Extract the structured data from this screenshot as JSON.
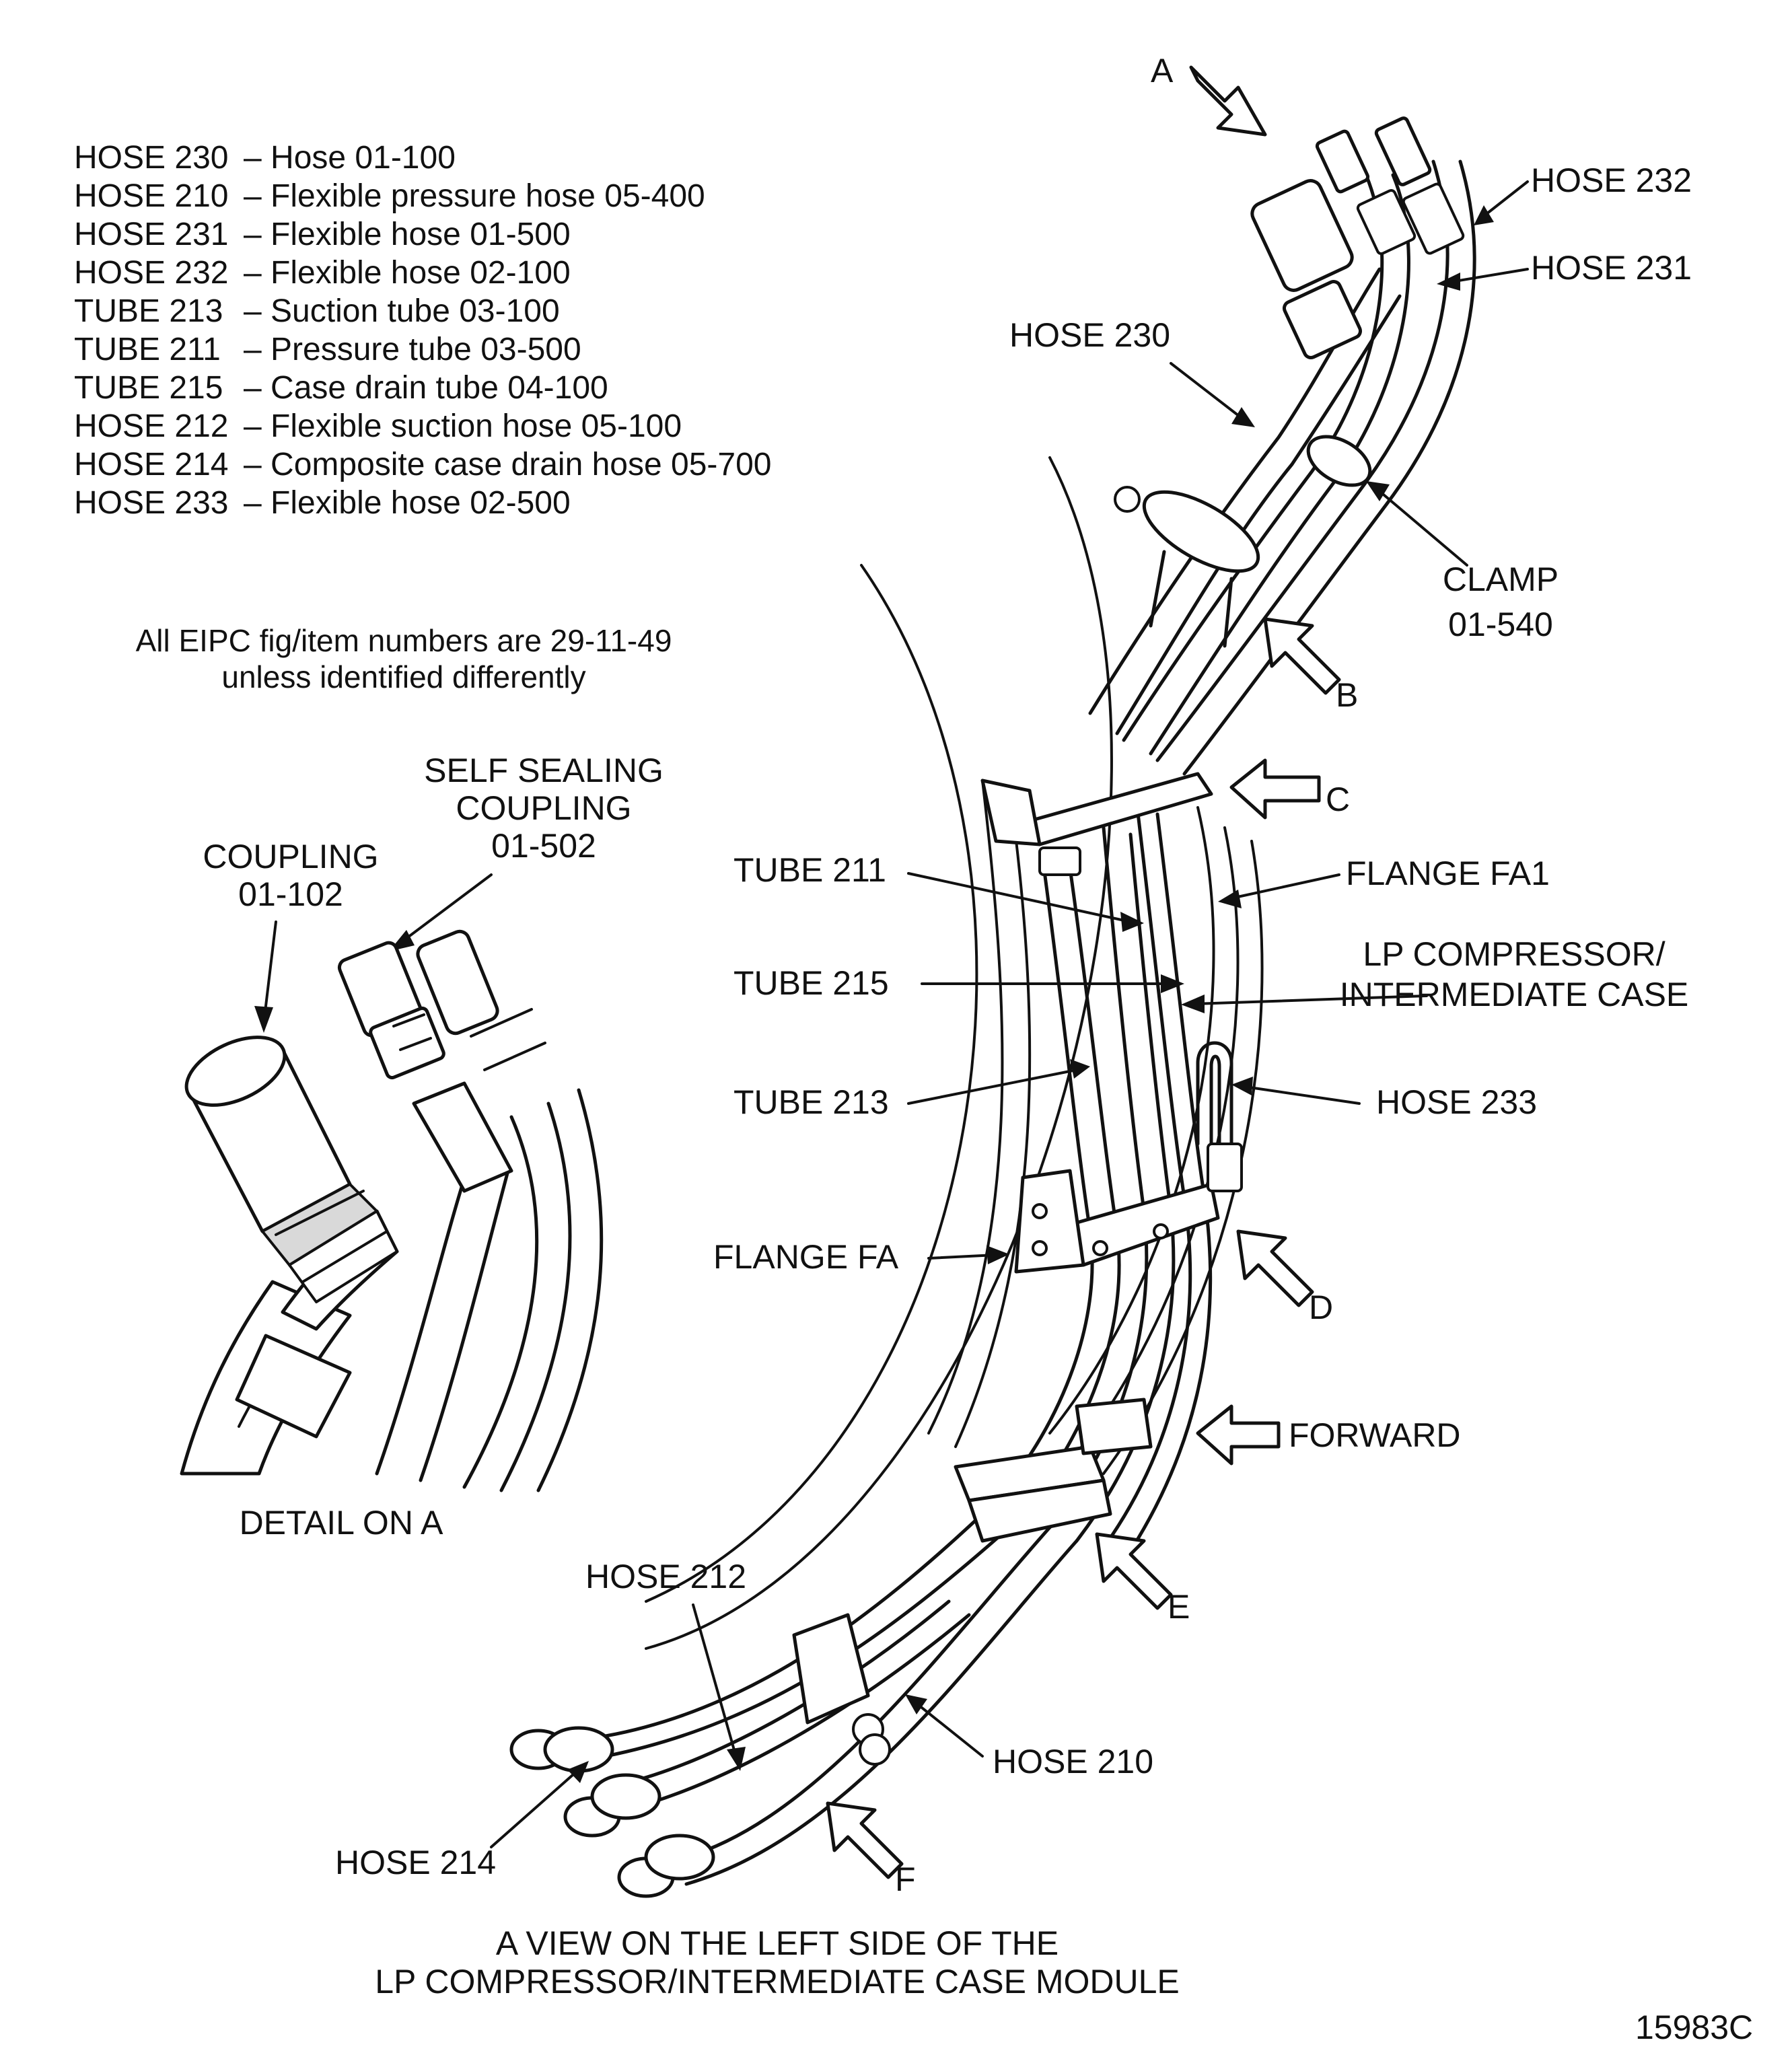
{
  "legend": [
    {
      "id": "HOSE 230",
      "desc": "Hose  01-100"
    },
    {
      "id": "HOSE 210",
      "desc": "Flexible pressure hose  05-400"
    },
    {
      "id": "HOSE 231",
      "desc": "Flexible hose  01-500"
    },
    {
      "id": "HOSE 232",
      "desc": "Flexible hose  02-100"
    },
    {
      "id": "TUBE 213",
      "desc": "Suction tube  03-100"
    },
    {
      "id": "TUBE 211",
      "desc": "Pressure tube  03-500"
    },
    {
      "id": "TUBE 215",
      "desc": "Case drain tube  04-100"
    },
    {
      "id": "HOSE 212",
      "desc": "Flexible suction hose  05-100"
    },
    {
      "id": "HOSE 214",
      "desc": "Composite case drain hose  05-700"
    },
    {
      "id": "HOSE 233",
      "desc": "Flexible hose  02-500"
    }
  ],
  "note": {
    "line1": "All EIPC fig/item numbers are 29-11-49",
    "line2": "unless identified differently"
  },
  "detail": {
    "self_sealing_1": "SELF SEALING",
    "self_sealing_2": "COUPLING",
    "self_sealing_3": "01-502",
    "coupling_1": "COUPLING",
    "coupling_2": "01-102",
    "caption": "DETAIL ON A"
  },
  "labels": {
    "hose232": "HOSE 232",
    "hose231": "HOSE 231",
    "hose230": "HOSE 230",
    "clamp_1": "CLAMP",
    "clamp_2": "01-540",
    "tube211": "TUBE 211",
    "flange_fa1": "FLANGE FA1",
    "lp_comp_1": "LP COMPRESSOR/",
    "lp_comp_2": "INTERMEDIATE CASE",
    "tube215": "TUBE 215",
    "tube213": "TUBE 213",
    "hose233": "HOSE 233",
    "flange_fa": "FLANGE FA",
    "forward": "FORWARD",
    "hose212": "HOSE 212",
    "hose210": "HOSE 210",
    "hose214": "HOSE 214"
  },
  "view_arrows": {
    "a": "A",
    "b": "B",
    "c": "C",
    "d": "D",
    "e": "E",
    "f": "F"
  },
  "caption": {
    "line1": "A VIEW ON THE LEFT SIDE OF THE",
    "line2": "LP COMPRESSOR/INTERMEDIATE CASE MODULE"
  },
  "figure_number": "15983C"
}
